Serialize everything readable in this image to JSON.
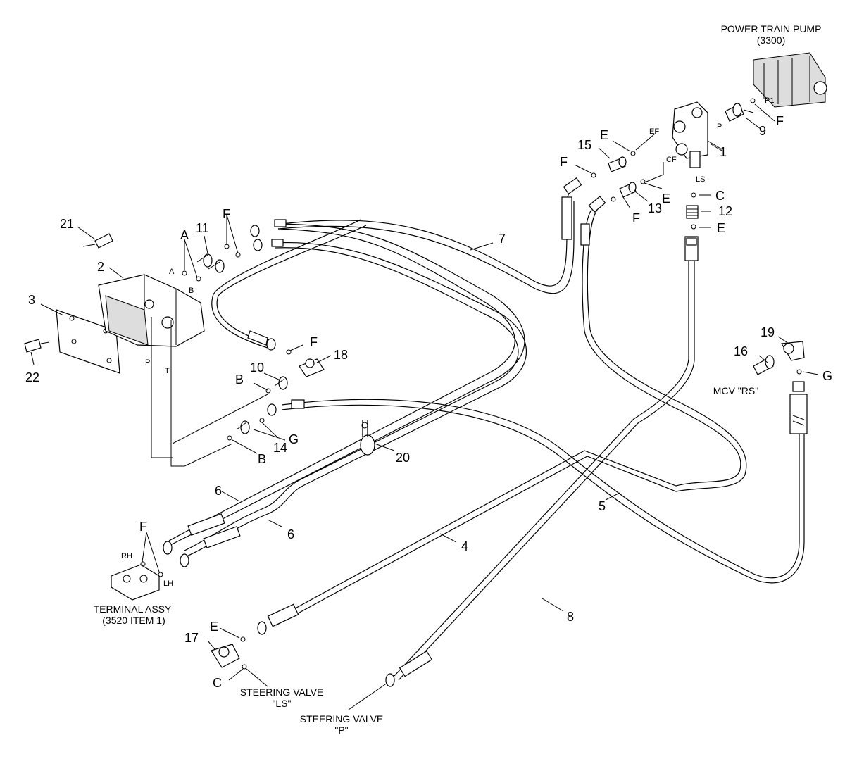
{
  "callouts": {
    "n1": "1",
    "n2": "2",
    "n3": "3",
    "n4": "4",
    "n5": "5",
    "n6a": "6",
    "n6b": "6",
    "n7": "7",
    "n8": "8",
    "n9": "9",
    "n10": "10",
    "n11": "11",
    "n12": "12",
    "n13": "13",
    "n14": "14",
    "n15": "15",
    "n16": "16",
    "n17": "17",
    "n18": "18",
    "n19": "19",
    "n20": "20",
    "n21": "21",
    "n22": "22"
  },
  "letters": {
    "a_top": "A",
    "b_left": "B",
    "b_low": "B",
    "c_right": "C",
    "c_low": "C",
    "e_top": "E",
    "e_mid": "E",
    "e_12": "E",
    "e_low": "E",
    "f_pump": "F",
    "f_left": "F",
    "f_13": "F",
    "f_11": "F",
    "f_18": "F",
    "f_term": "F",
    "g_right": "G",
    "g_14": "G"
  },
  "ports": {
    "ef": "EF",
    "p": "P",
    "cf": "CF",
    "ls": "LS",
    "p1": "P1",
    "a": "A",
    "b": "B",
    "p_valve": "P",
    "t_valve": "T",
    "rh": "RH",
    "lh": "LH"
  },
  "captions": {
    "pump_title": "POWER TRAIN PUMP",
    "pump_code": "(3300)",
    "mcv": "MCV \"RS\"",
    "terminal_1": "TERMINAL ASSY",
    "terminal_2": "(3520 ITEM 1)",
    "steer_ls_1": "STEERING VALVE",
    "steer_ls_2": "\"LS\"",
    "steer_p_1": "STEERING VALVE",
    "steer_p_2": "\"P\""
  }
}
